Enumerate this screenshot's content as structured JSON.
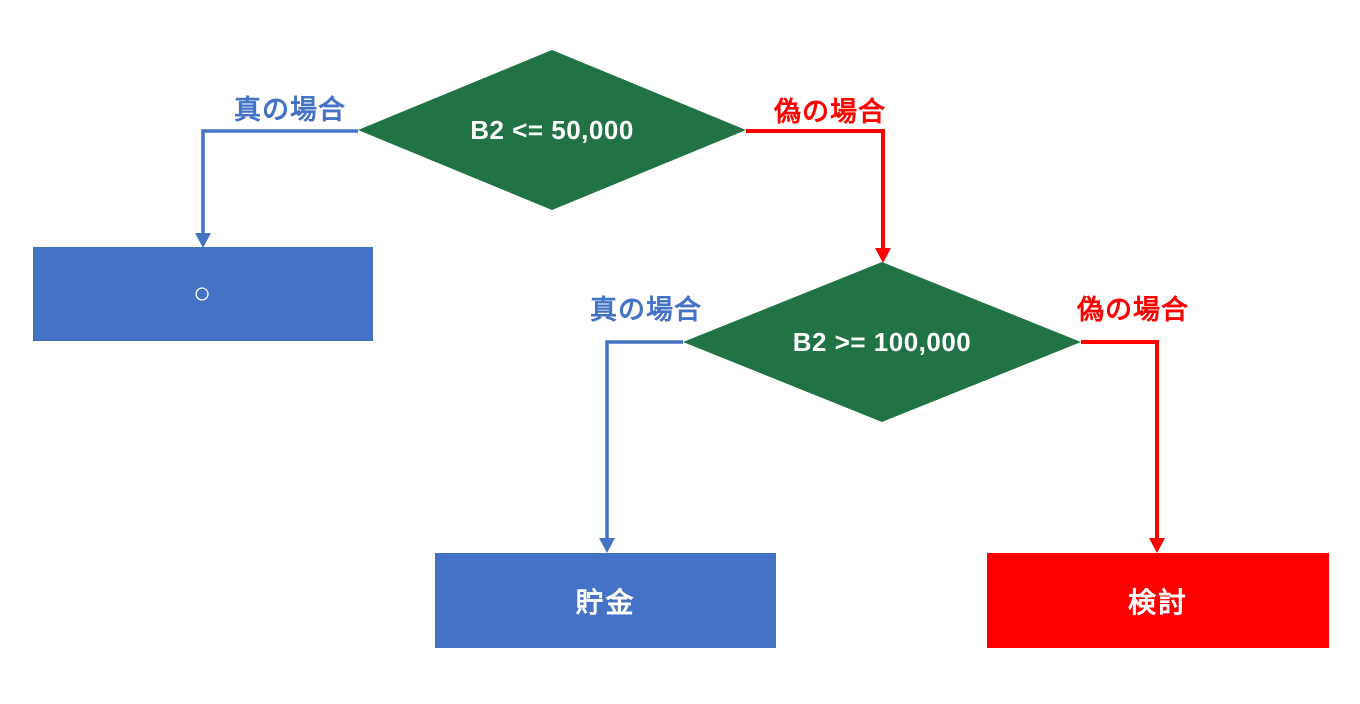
{
  "diagram": {
    "type": "flowchart",
    "colors": {
      "canvas_bg": "#FFFFFF",
      "decision_fill": "#217346",
      "true_branch": "#4472C4",
      "false_branch": "#FF0000",
      "result_blue_fill": "#4472C4",
      "result_red_fill": "#FF0000",
      "shape_text": "#FFFFFF"
    },
    "decisions": [
      {
        "label": "B2 <= 50,000"
      },
      {
        "label": "B2 >= 100,000"
      }
    ],
    "branch_labels": [
      {
        "text": "真の場合",
        "branch": "true",
        "from": "decision-1"
      },
      {
        "text": "偽の場合",
        "branch": "false",
        "from": "decision-1"
      },
      {
        "text": "真の場合",
        "branch": "true",
        "from": "decision-2"
      },
      {
        "text": "偽の場合",
        "branch": "false",
        "from": "decision-2"
      }
    ],
    "results": [
      {
        "label": "○",
        "color": "blue"
      },
      {
        "label": "貯金",
        "color": "blue"
      },
      {
        "label": "検討",
        "color": "red"
      }
    ]
  }
}
